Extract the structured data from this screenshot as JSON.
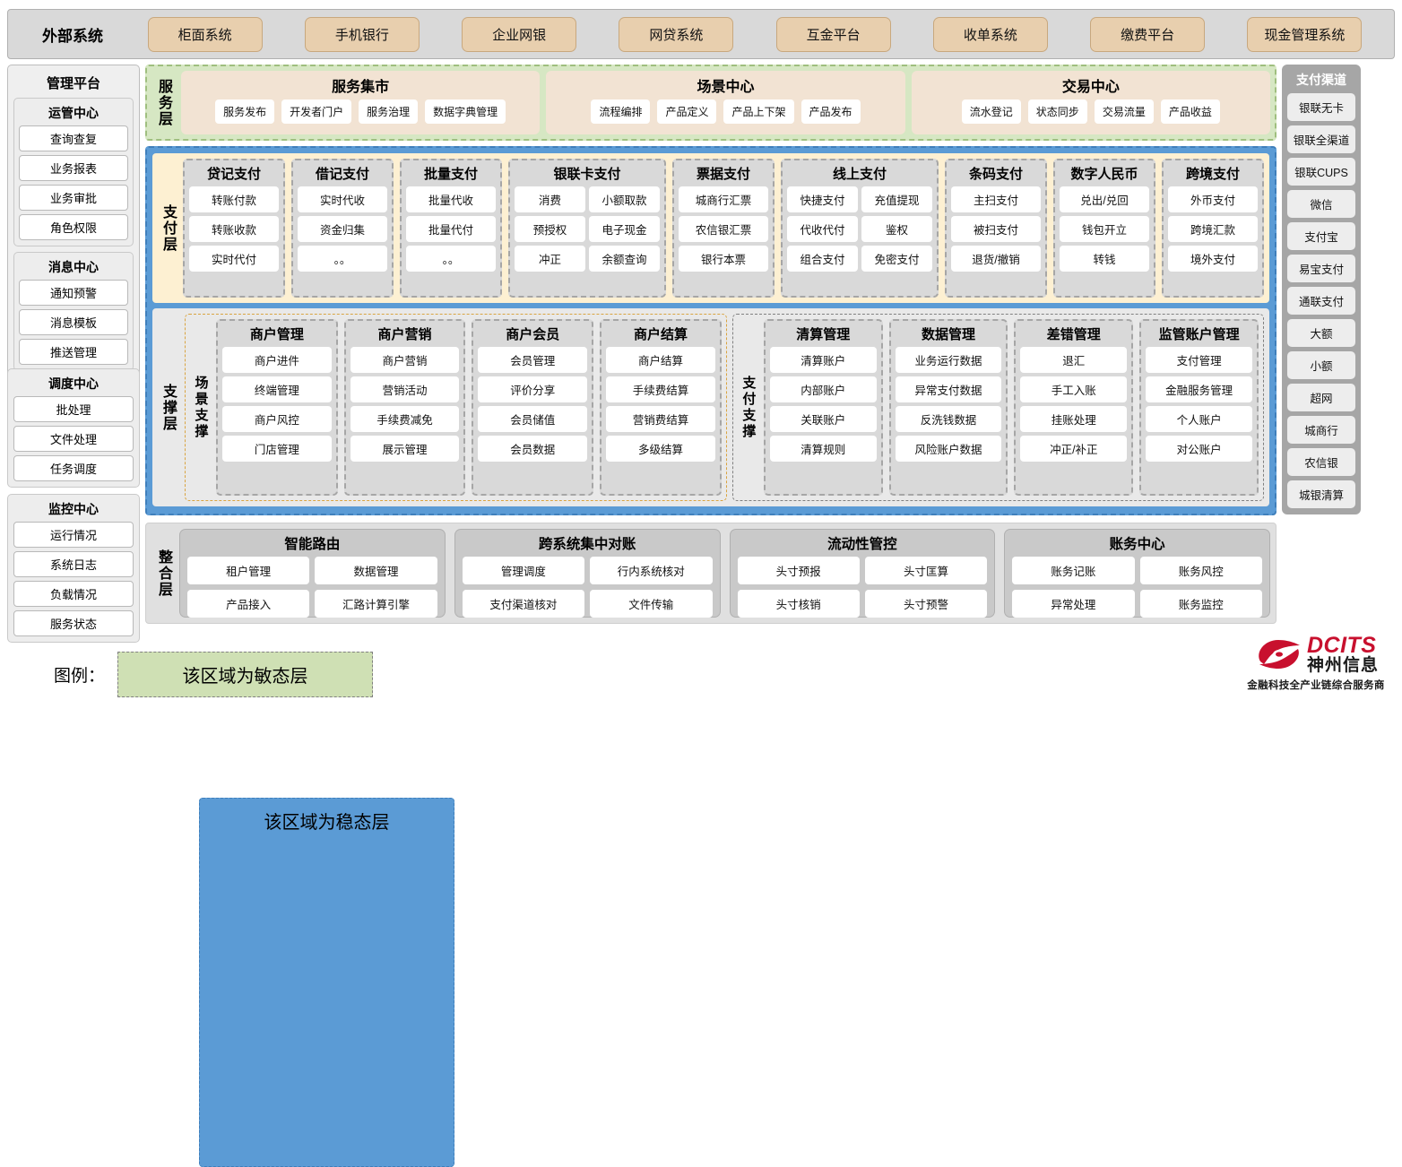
{
  "external": {
    "title": "外部系统",
    "systems": [
      "柜面系统",
      "手机银行",
      "企业网银",
      "网贷系统",
      "互金平台",
      "收单系统",
      "缴费平台",
      "现金管理系统"
    ]
  },
  "management": {
    "title": "管理平台",
    "groups": [
      {
        "title": "运管中心",
        "items": [
          "查询查复",
          "业务报表",
          "业务审批",
          "角色权限"
        ]
      },
      {
        "title": "消息中心",
        "items": [
          "通知预警",
          "消息模板",
          "推送管理"
        ]
      }
    ],
    "standalone": [
      {
        "title": "调度中心",
        "items": [
          "批处理",
          "文件处理",
          "任务调度"
        ]
      },
      {
        "title": "监控中心",
        "items": [
          "运行情况",
          "系统日志",
          "负载情况",
          "服务状态"
        ]
      }
    ]
  },
  "service_layer": {
    "tag": "服务层",
    "boxes": [
      {
        "title": "服务集市",
        "chips": [
          "服务发布",
          "开发者门户",
          "服务治理",
          "数据字典管理"
        ]
      },
      {
        "title": "场景中心",
        "chips": [
          "流程编排",
          "产品定义",
          "产品上下架",
          "产品发布"
        ]
      },
      {
        "title": "交易中心",
        "chips": [
          "流水登记",
          "状态同步",
          "交易流量",
          "产品收益"
        ]
      }
    ]
  },
  "payment_layer": {
    "tag": "支付层",
    "columns": [
      {
        "title": "贷记支付",
        "two_col": false,
        "items": [
          "转账付款",
          "转账收款",
          "实时代付"
        ]
      },
      {
        "title": "借记支付",
        "two_col": false,
        "items": [
          "实时代收",
          "资金归集",
          "。。"
        ]
      },
      {
        "title": "批量支付",
        "two_col": false,
        "items": [
          "批量代收",
          "批量代付",
          "。。"
        ]
      },
      {
        "title": "银联卡支付",
        "two_col": true,
        "items": [
          "消费",
          "小额取款",
          "预授权",
          "电子现金",
          "冲正",
          "余额查询"
        ]
      },
      {
        "title": "票据支付",
        "two_col": false,
        "items": [
          "城商行汇票",
          "农信银汇票",
          "银行本票"
        ]
      },
      {
        "title": "线上支付",
        "two_col": true,
        "items": [
          "快捷支付",
          "充值提现",
          "代收代付",
          "鉴权",
          "组合支付",
          "免密支付"
        ]
      },
      {
        "title": "条码支付",
        "two_col": false,
        "items": [
          "主扫支付",
          "被扫支付",
          "退货/撤销"
        ]
      },
      {
        "title": "数字人民币",
        "two_col": false,
        "items": [
          "兑出/兑回",
          "钱包开立",
          "转钱"
        ]
      },
      {
        "title": "跨境支付",
        "two_col": false,
        "items": [
          "外币支付",
          "跨境汇款",
          "境外支付"
        ]
      }
    ]
  },
  "support_layer": {
    "tag": "支撑层",
    "scene": {
      "tag": "场景支撑",
      "columns": [
        {
          "title": "商户管理",
          "items": [
            "商户进件",
            "终端管理",
            "商户风控",
            "门店管理"
          ]
        },
        {
          "title": "商户营销",
          "items": [
            "商户营销",
            "营销活动",
            "手续费减免",
            "展示管理"
          ]
        },
        {
          "title": "商户会员",
          "items": [
            "会员管理",
            "评价分享",
            "会员储值",
            "会员数据"
          ]
        },
        {
          "title": "商户结算",
          "items": [
            "商户结算",
            "手续费结算",
            "营销费结算",
            "多级结算"
          ]
        }
      ]
    },
    "paysup": {
      "tag": "支付支撑",
      "columns": [
        {
          "title": "清算管理",
          "items": [
            "清算账户",
            "内部账户",
            "关联账户",
            "清算规则"
          ]
        },
        {
          "title": "数据管理",
          "items": [
            "业务运行数据",
            "异常支付数据",
            "反洗钱数据",
            "风险账户数据"
          ]
        },
        {
          "title": "差错管理",
          "items": [
            "退汇",
            "手工入账",
            "挂账处理",
            "冲正/补正"
          ]
        },
        {
          "title": "监管账户管理",
          "items": [
            "支付管理",
            "金融服务管理",
            "个人账户",
            "对公账户"
          ]
        }
      ]
    }
  },
  "integration_layer": {
    "tag": "整合层",
    "boxes": [
      {
        "title": "智能路由",
        "items": [
          "租户管理",
          "数据管理",
          "产品接入",
          "汇路计算引擎"
        ]
      },
      {
        "title": "跨系统集中对账",
        "items": [
          "管理调度",
          "行内系统核对",
          "支付渠道核对",
          "文件传输"
        ]
      },
      {
        "title": "流动性管控",
        "items": [
          "头寸预报",
          "头寸匡算",
          "头寸核销",
          "头寸预警"
        ]
      },
      {
        "title": "账务中心",
        "items": [
          "账务记账",
          "账务风控",
          "异常处理",
          "账务监控"
        ]
      }
    ]
  },
  "channels": {
    "title": "支付渠道",
    "items": [
      "银联无卡",
      "银联全渠道",
      "银联CUPS",
      "微信",
      "支付宝",
      "易宝支付",
      "通联支付",
      "大额",
      "小额",
      "超网",
      "城商行",
      "农信银",
      "城银清算"
    ]
  },
  "legend": {
    "label": "图例：",
    "agile": "该区域为敏态层",
    "stable": "该区域为稳态层"
  },
  "logo": {
    "en": "DCITS",
    "cn": "神州信息",
    "tagline": "金融科技全产业链综合服务商"
  },
  "colors": {
    "agile_green": "#cfe0b4",
    "stable_blue": "#5b9bd5",
    "external_chip": "#e8cfae",
    "payment_bg": "#fdf0d2",
    "brand_red": "#c8102e"
  }
}
